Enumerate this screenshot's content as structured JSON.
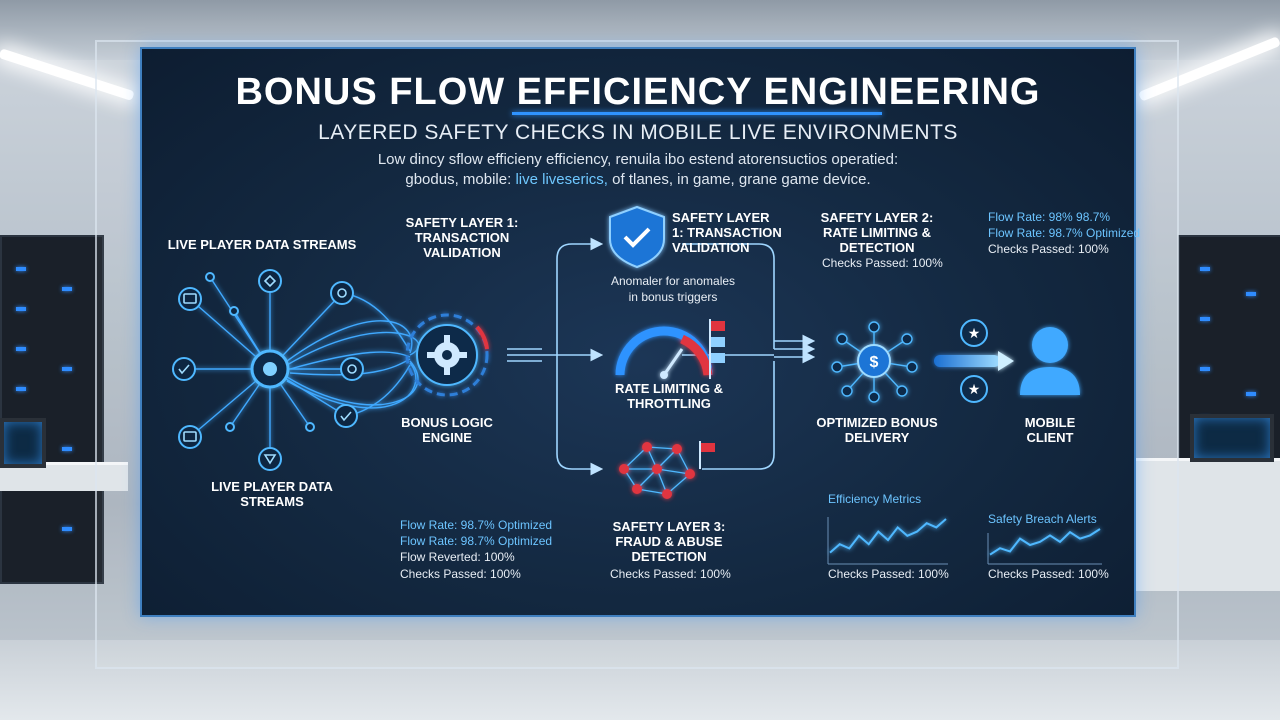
{
  "title": "BONUS FLOW EFFICIENCY ENGINEERING",
  "subtitle": "LAYERED SAFETY CHECKS IN MOBILE LIVE ENVIRONMENTS",
  "description": {
    "line1": "Low dincy sflow efficieny efficiency, renuila ibo estend atorensuctios operatied:",
    "line2_pre": "gbodus, mobile:",
    "line2_hl": "live liveserics,",
    "line2_post": "of tlanes, in game, grane game device."
  },
  "left": {
    "top_label": "LIVE PLAYER DATA STREAMS",
    "bottom_label": "LIVE PLAYER DATA STREAMS",
    "engine_label": "BONUS LOGIC ENGINE",
    "metrics": [
      "Flow Rate: 98.7% Optimized",
      "Flow Rate: 98.7% Optimized",
      "Flow Reverted: 100%",
      "Checks Passed: 100%"
    ]
  },
  "layer1_left": "SAFETY LAYER 1: TRANSACTION VALIDATION",
  "layer1": {
    "title": "SAFETY LAYER 1: TRANSACTION VALIDATION",
    "note": "Anomaler for anomales in bonus triggers"
  },
  "rate": {
    "title": "RATE LIMITING & THROTTLING"
  },
  "layer3": {
    "title": "SAFETY LAYER 3: FRAUD & ABUSE DETECTION",
    "checks": "Checks Passed: 100%"
  },
  "layer2": {
    "title": "SAFETY LAYER 2: RATE LIMITING & DETECTION",
    "checks": "Checks Passed: 100%"
  },
  "top_right_metrics": [
    "Flow Rate: 98% 98.7%",
    "Flow Rate: 98.7% Optimized",
    "Checks Passed: 100%"
  ],
  "delivery": {
    "title": "OPTIMIZED BONUS DELIVERY"
  },
  "client": {
    "title": "MOBILE CLIENT"
  },
  "efficiency": {
    "title": "Efficiency Metrics",
    "checks": "Checks Passed: 100%"
  },
  "alerts": {
    "title": "Safety Breach Alerts",
    "checks": "Checks Passed: 100%"
  },
  "chart_data": [
    {
      "type": "line",
      "title": "Efficiency Metrics",
      "values": [
        2,
        4,
        3,
        6,
        4,
        7,
        5,
        8,
        6,
        7,
        9,
        8,
        10
      ]
    },
    {
      "type": "line",
      "title": "Safety Breach Alerts",
      "values": [
        2,
        4,
        3,
        7,
        5,
        6,
        8,
        6,
        9,
        7,
        8,
        10
      ]
    }
  ],
  "colors": {
    "accent": "#2f93ff",
    "panel": "#132840",
    "alert": "#e0343f",
    "icon": "#3fa9ff"
  }
}
